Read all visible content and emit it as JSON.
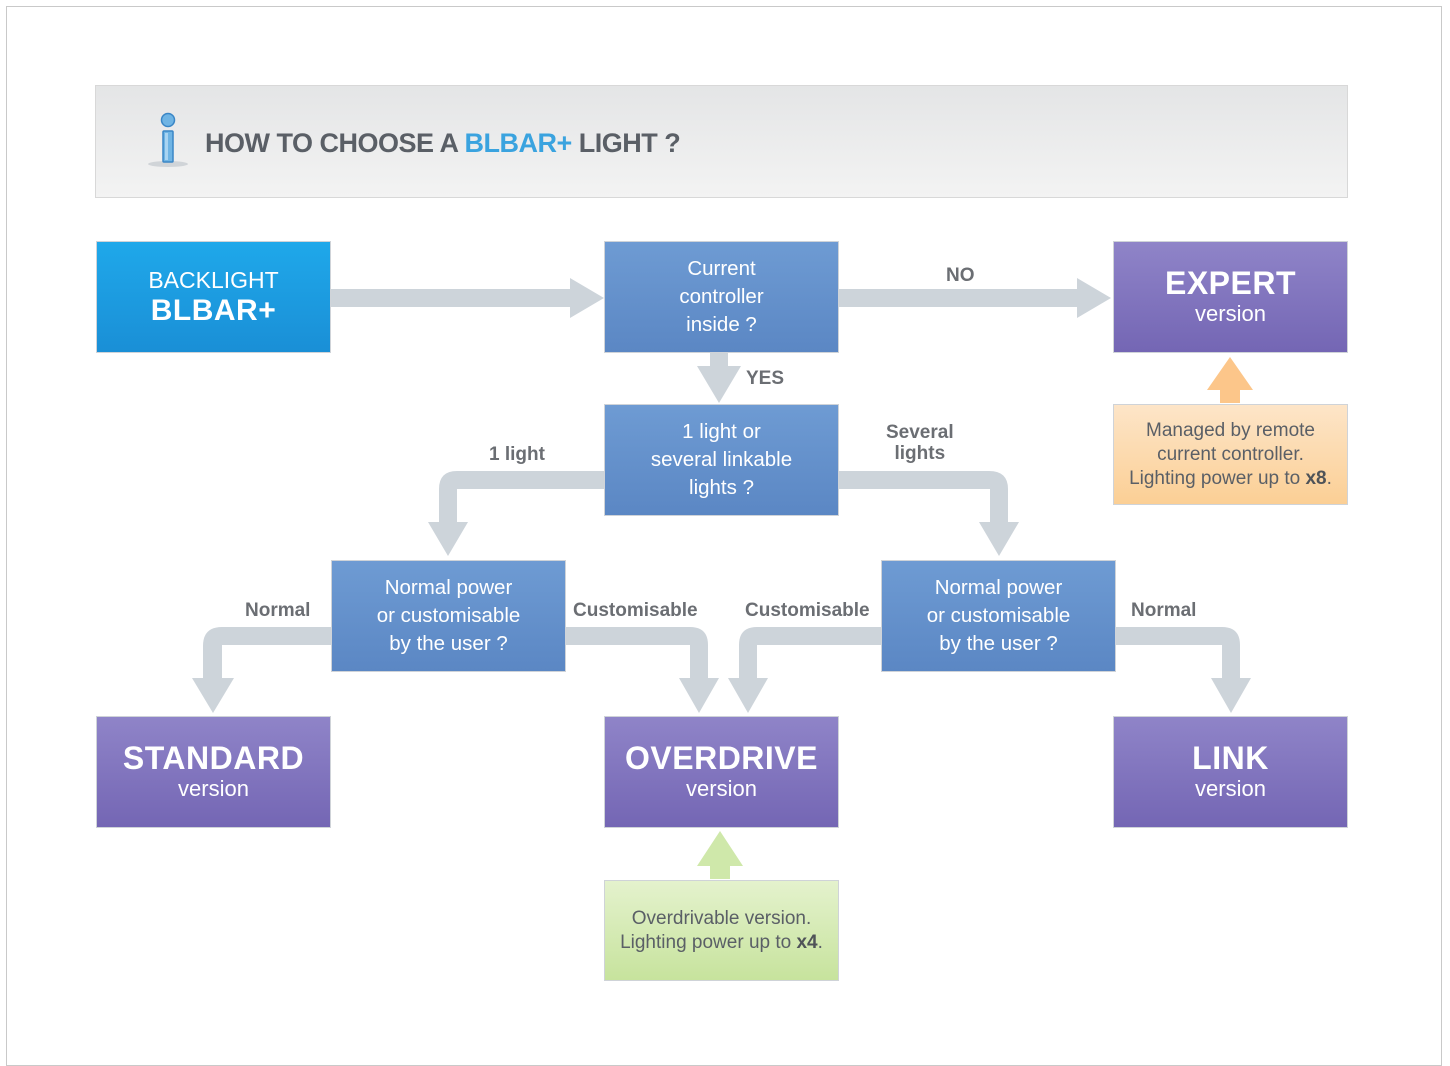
{
  "header": {
    "title_pre": "HOW TO CHOOSE A ",
    "title_accent": "BLBAR+",
    "title_post": " LIGHT ?"
  },
  "start": {
    "line1": "BACKLIGHT",
    "line2": "BLBAR+"
  },
  "questions": {
    "controller": [
      "Current",
      "controller",
      "inside ?"
    ],
    "lights": [
      "1 light or",
      "several linkable",
      "lights ?"
    ],
    "power_left": [
      "Normal power",
      "or customisable",
      "by the user ?"
    ],
    "power_right": [
      "Normal power",
      "or customisable",
      "by the user ?"
    ]
  },
  "labels": {
    "no": "NO",
    "yes": "YES",
    "one_light": "1 light",
    "several_1": "Several",
    "several_2": "lights",
    "normal_left": "Normal",
    "custom_left": "Customisable",
    "custom_right": "Customisable",
    "normal_right": "Normal"
  },
  "versions": {
    "expert": {
      "name": "EXPERT",
      "sub": "version"
    },
    "standard": {
      "name": "STANDARD",
      "sub": "version"
    },
    "overdrive": {
      "name": "OVERDRIVE",
      "sub": "version"
    },
    "link": {
      "name": "LINK",
      "sub": "version"
    }
  },
  "notes": {
    "expert": {
      "line1": "Managed by remote",
      "line2": "current controller.",
      "line3_pre": "Lighting power up to ",
      "line3_bold": "x8",
      "line3_post": "."
    },
    "overdrive": {
      "line1": "Overdrivable version.",
      "line2_pre": "Lighting power up to ",
      "line2_bold": "x4",
      "line2_post": "."
    }
  },
  "colors": {
    "accent": "#3aa3df",
    "start_box": "#1a9be0",
    "question_box": "#6490cb",
    "version_box": "#8176bd",
    "arrow": "#cdd4da",
    "note_orange": "#fcd9ab",
    "note_green": "#d5eab4"
  }
}
